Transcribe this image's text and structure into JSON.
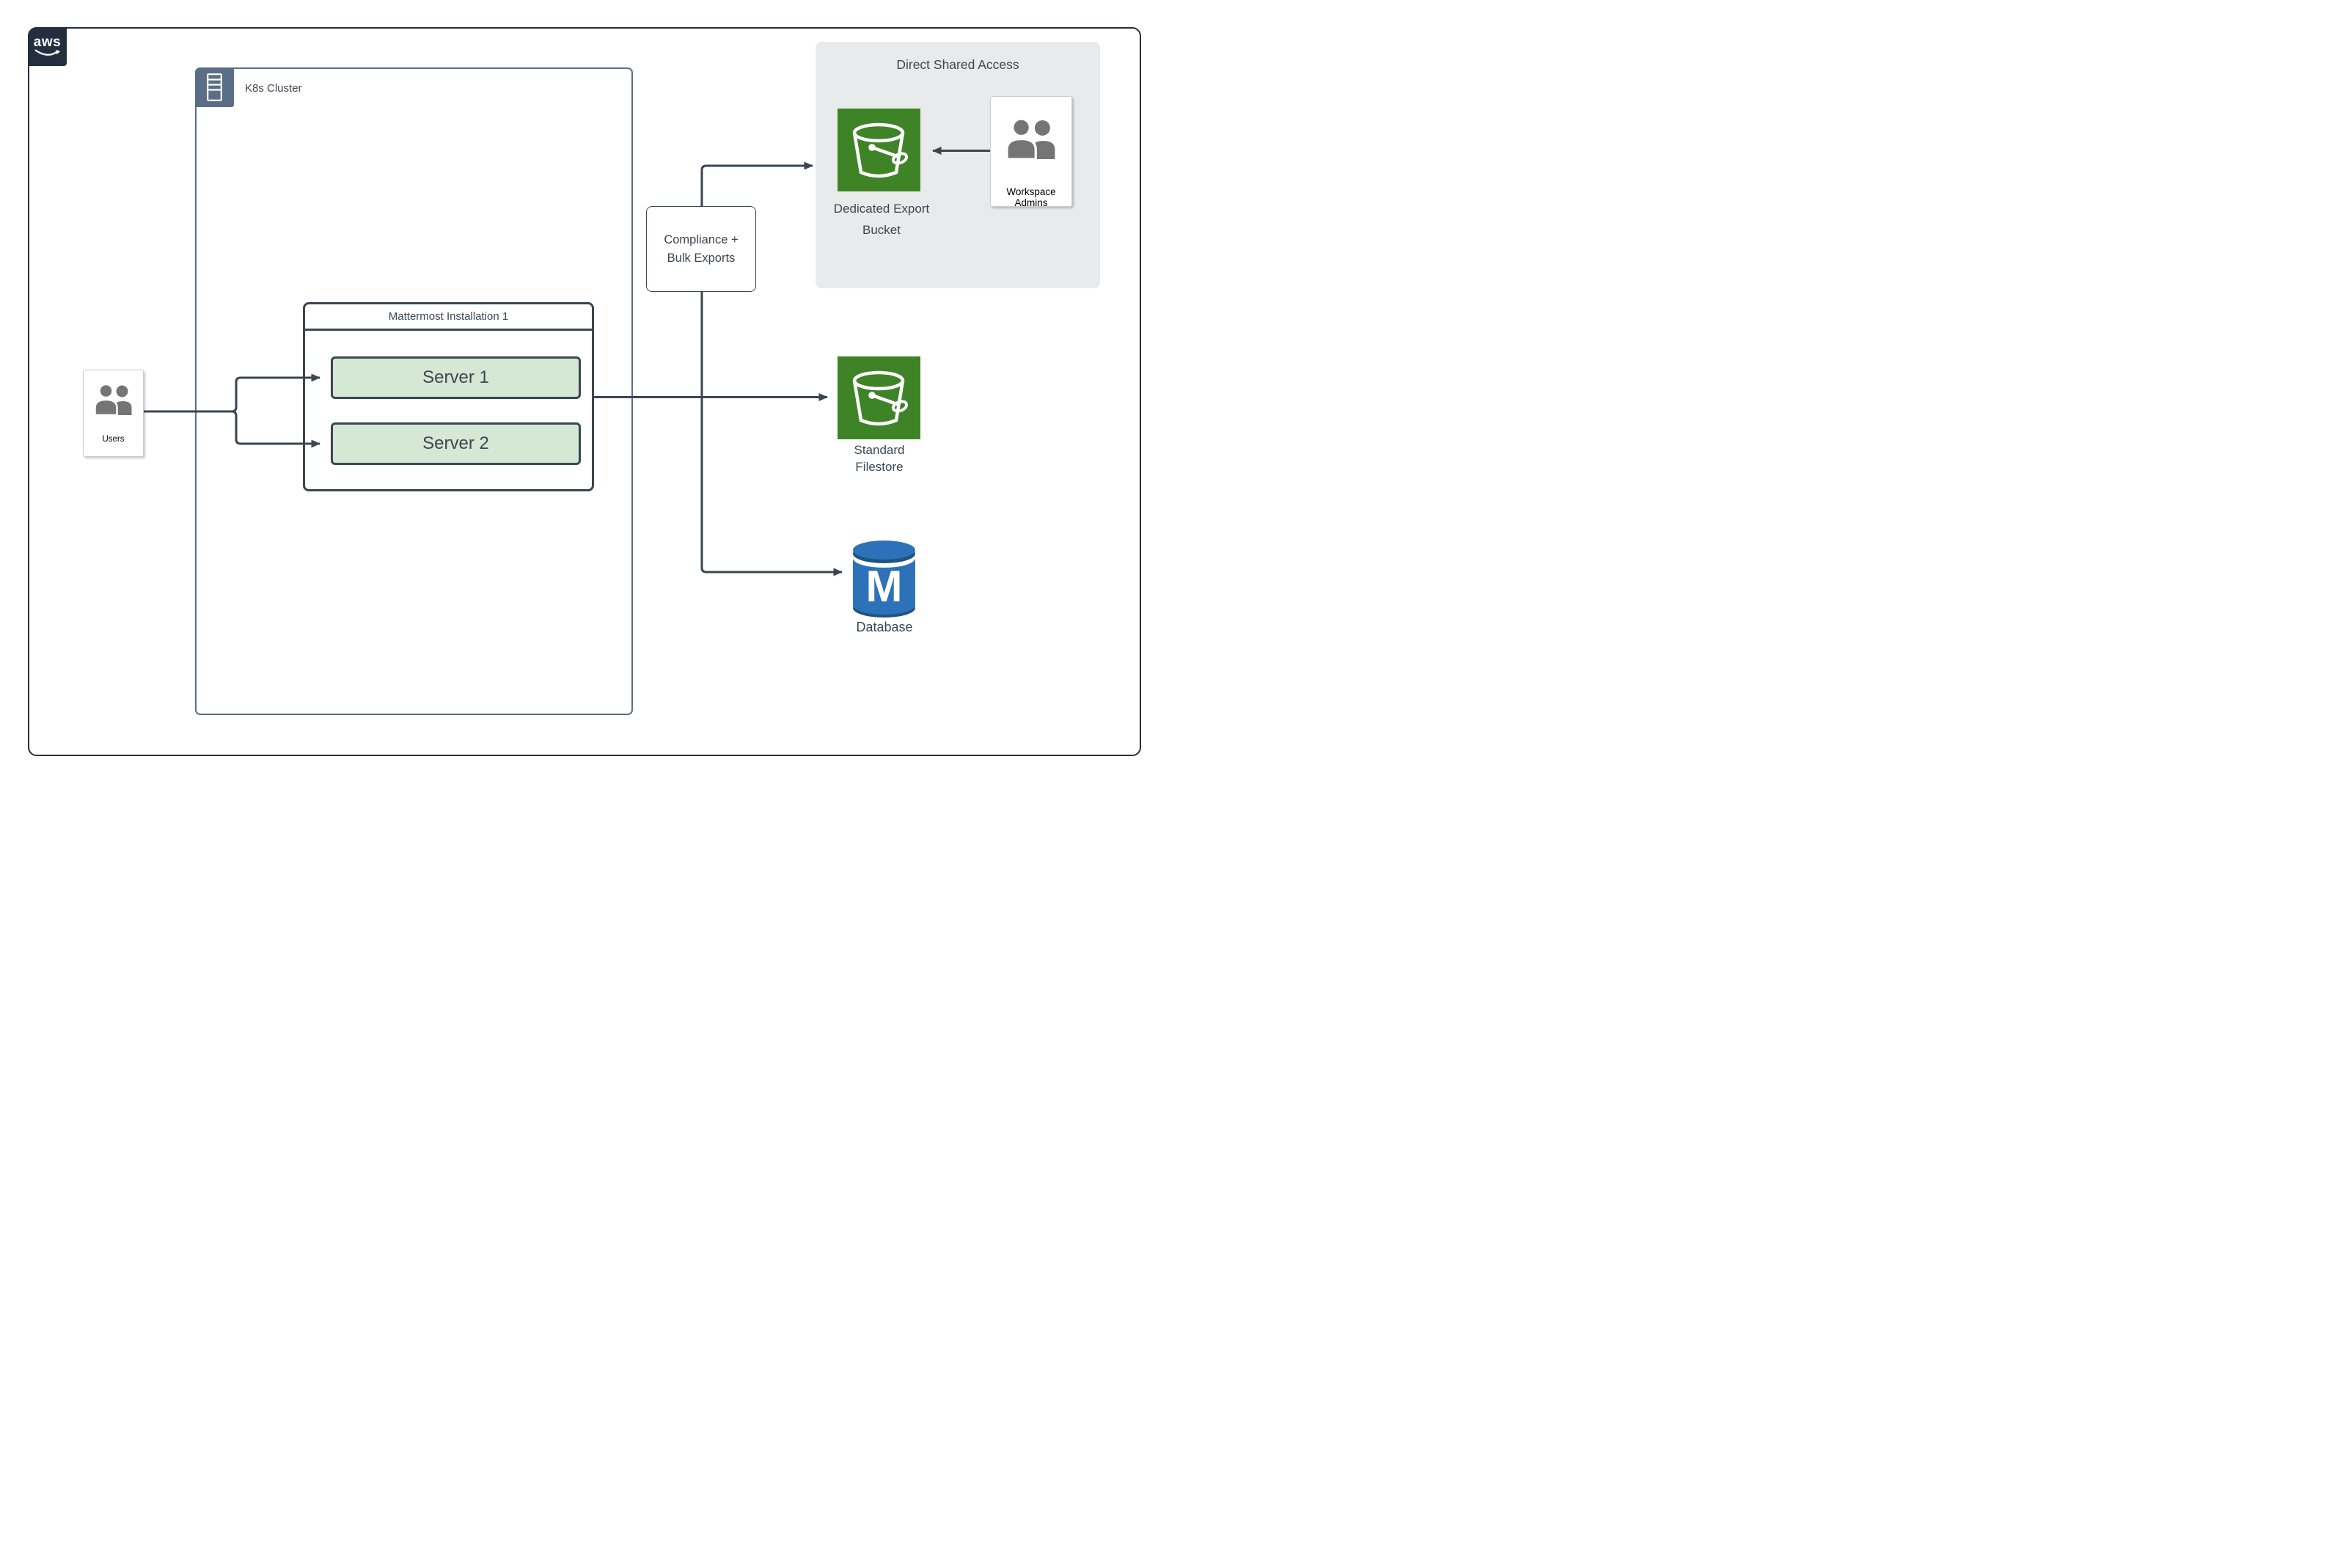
{
  "aws_logo": {
    "text": "aws"
  },
  "k8s_cluster": {
    "label": "K8s Cluster"
  },
  "mattermost": {
    "title": "Mattermost Installation 1",
    "servers": [
      {
        "label": "Server 1"
      },
      {
        "label": "Server 2"
      }
    ]
  },
  "users": {
    "label": "Users"
  },
  "compliance": {
    "label": "Compliance +\nBulk Exports"
  },
  "direct_shared_access": {
    "title": "Direct Shared Access",
    "bucket_label": "Dedicated Export\nBucket",
    "admins_label": "Workspace Admins"
  },
  "standard_filestore": {
    "label": "Standard\nFilestore"
  },
  "database": {
    "label": "Database",
    "letter": "M"
  },
  "colors": {
    "navy": "#232F3E",
    "slate": "#5B6E88",
    "line": "#3A4650",
    "label": "#3B4650",
    "green": "#3E8427",
    "green_light": "#D5E8D4",
    "blue": "#2D72B8",
    "blue_dark": "#1E557F",
    "panel": "#E9EAEC",
    "icon_gray": "#757575"
  }
}
